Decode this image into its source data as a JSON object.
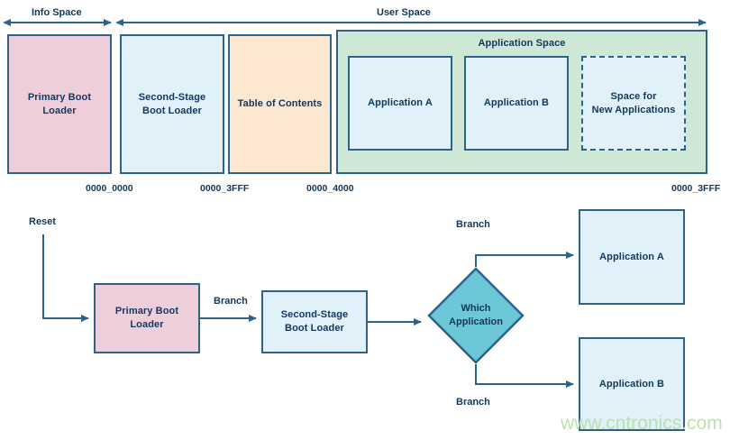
{
  "diagram": {
    "title": "Boot loader memory map and boot flow",
    "colors": {
      "stroke": "#2E6389",
      "text": "#12385C",
      "pink": "#EFCEDC",
      "blue": "#E0F1F9",
      "orange": "#FCE7D0",
      "green": "#CFE8D6",
      "teal": "#6CC7D6",
      "watermark": "#BBE0A8"
    }
  },
  "memory_map": {
    "span_labels": {
      "info_space": "Info Space",
      "user_space": "User Space"
    },
    "regions": [
      {
        "id": "primary-boot-loader",
        "label": "Primary Boot\nLoader",
        "line1": "Primary Boot",
        "line2": "Loader",
        "fill": "pink"
      },
      {
        "id": "second-stage-boot-loader",
        "label": "Second-Stage\nBoot Loader",
        "line1": "Second-Stage",
        "line2": "Boot Loader",
        "fill": "blue"
      },
      {
        "id": "table-of-contents",
        "label": "Table of Contents",
        "line1": "Table of Contents",
        "line2": "",
        "fill": "orange"
      }
    ],
    "application_space": {
      "label": "Application Space",
      "fill": "green",
      "items": [
        {
          "id": "application-a",
          "label": "Application A",
          "line1": "Application A",
          "line2": "",
          "style": "solid"
        },
        {
          "id": "application-b",
          "label": "Application B",
          "line1": "Application B",
          "line2": "",
          "style": "solid"
        },
        {
          "id": "space-for-new-applications",
          "label": "Space for\nNew Applications",
          "line1": "Space for",
          "line2": "New Applications",
          "style": "dashed"
        }
      ]
    },
    "addresses": [
      {
        "id": "addr-0",
        "value": "0000_0000"
      },
      {
        "id": "addr-1",
        "value": "0000_3FFF"
      },
      {
        "id": "addr-2",
        "value": "0000_4000"
      },
      {
        "id": "addr-3",
        "value": "0000_3FFF"
      }
    ]
  },
  "flowchart": {
    "start_label": "Reset",
    "nodes": [
      {
        "id": "flow-primary-boot-loader",
        "line1": "Primary Boot",
        "line2": "Loader",
        "fill": "pink"
      },
      {
        "id": "flow-second-stage-boot-loader",
        "line1": "Second-Stage",
        "line2": "Boot Loader",
        "fill": "blue"
      },
      {
        "id": "flow-application-a",
        "line1": "Application A",
        "line2": "",
        "fill": "blue"
      },
      {
        "id": "flow-application-b",
        "line1": "Application B",
        "line2": "",
        "fill": "blue"
      }
    ],
    "decision": {
      "id": "which-application",
      "line1": "Which",
      "line2": "Application"
    },
    "edge_labels": [
      {
        "id": "branch-1",
        "value": "Branch"
      },
      {
        "id": "branch-2",
        "value": "Branch"
      },
      {
        "id": "branch-3",
        "value": "Branch"
      }
    ]
  },
  "watermark": {
    "text": "www.cntronics.com"
  }
}
